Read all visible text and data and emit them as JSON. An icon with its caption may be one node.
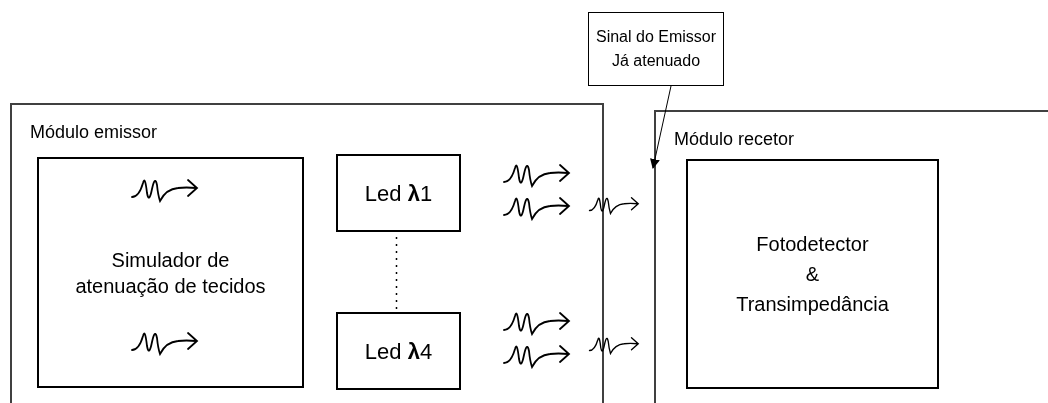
{
  "diagram": {
    "nodes": [
      {
        "text": [
          "Módulo emissor"
        ]
      },
      {
        "text": [
          "Simulador de atenuação de tecidos"
        ],
        "in": 0
      },
      {
        "text": [
          "Led **λ**1"
        ],
        "in": 0
      },
      {
        "text": [
          "Led **λ**4"
        ],
        "in": 0
      },
      {
        "text": [
          "Módulo recetor"
        ]
      },
      {
        "text": [
          "Fotodetector & Transimpedância"
        ],
        "in": 4
      },
      {
        "text": [
          "Sinal do Emissor Já atenuado"
        ]
      }
    ],
    "edges": [
      {
        "from": 2,
        "to": 3,
        "arrow": "none",
        "style": "dashed"
      },
      {
        "from": 6,
        "to": 4,
        "arrow": "to"
      }
    ]
  }
}
